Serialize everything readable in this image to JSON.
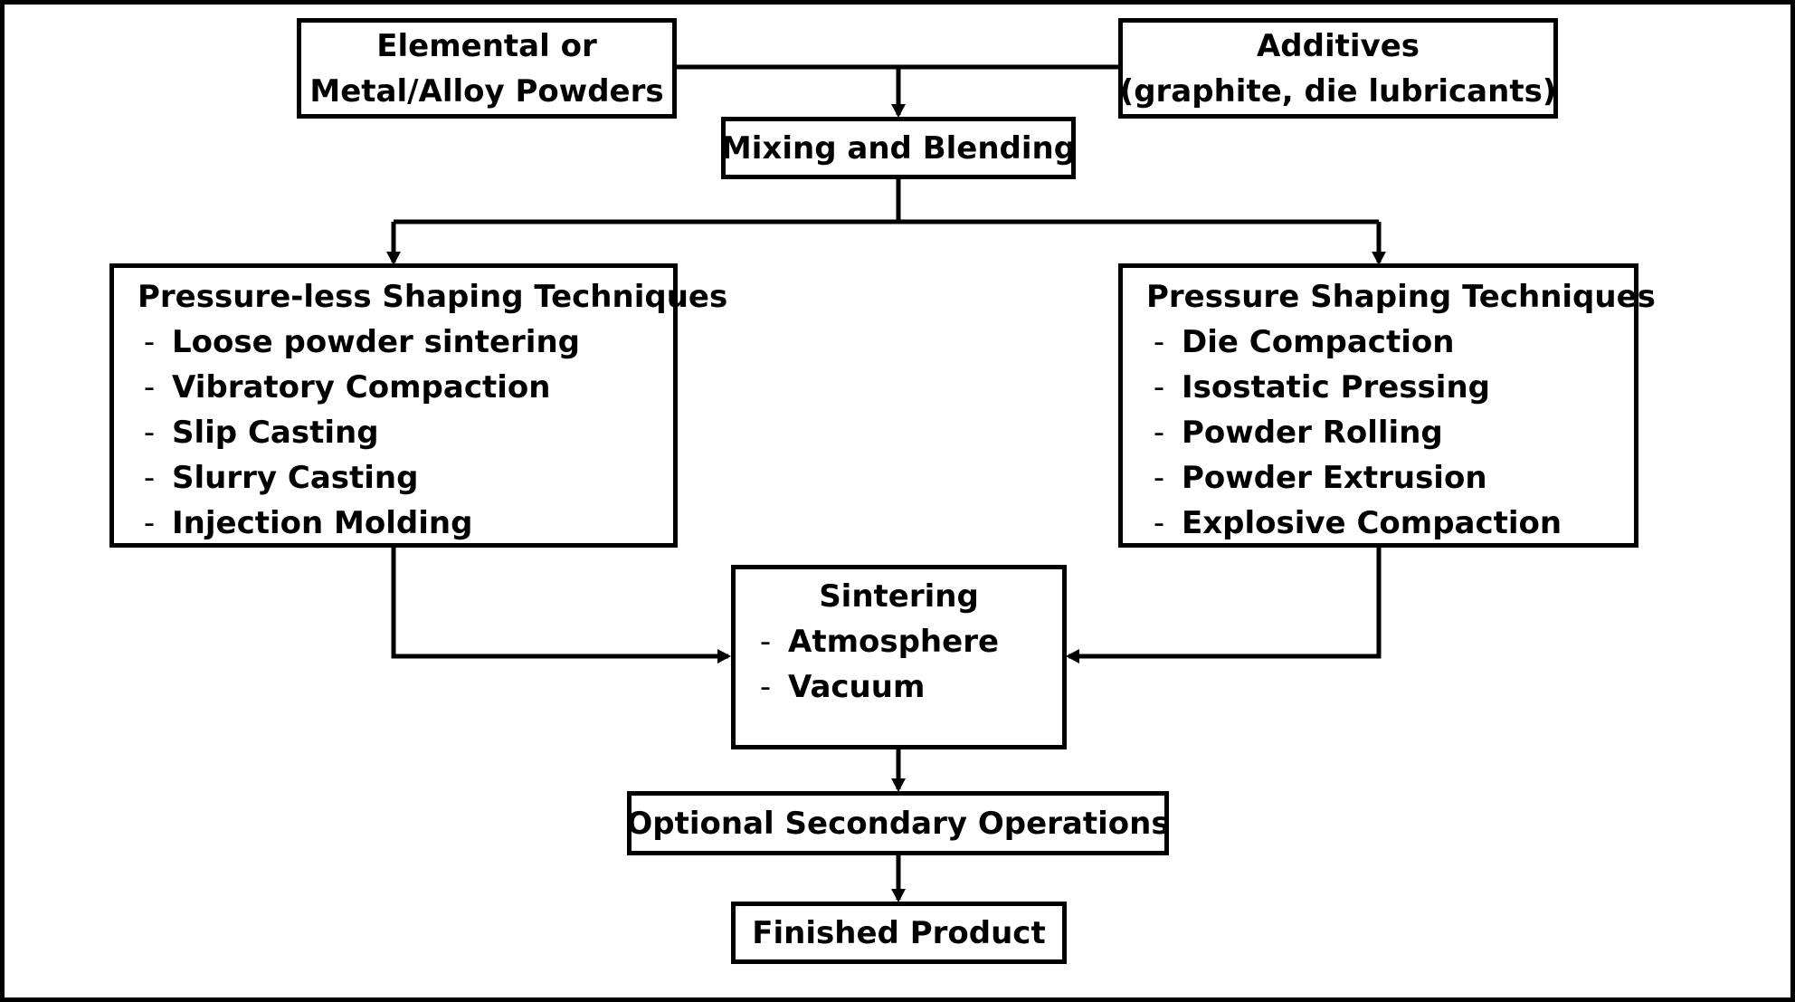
{
  "nodes": {
    "powders": {
      "lines": [
        "Elemental or",
        "Metal/Alloy Powders"
      ]
    },
    "additives": {
      "lines": [
        "Additives",
        "(graphite, die lubricants)"
      ]
    },
    "mixing": {
      "label": "Mixing and Blending"
    },
    "pressureless": {
      "title": "Pressure-less Shaping Techniques",
      "items": [
        "Loose powder sintering",
        "Vibratory Compaction",
        "Slip Casting",
        "Slurry Casting",
        "Injection Molding"
      ]
    },
    "pressure": {
      "title": "Pressure Shaping Techniques",
      "items": [
        "Die Compaction",
        "Isostatic Pressing",
        "Powder Rolling",
        "Powder Extrusion",
        "Explosive Compaction"
      ]
    },
    "sintering": {
      "title": "Sintering",
      "items": [
        "Atmosphere",
        "Vacuum"
      ]
    },
    "secondary": {
      "label": "Optional Secondary Operations"
    },
    "finished": {
      "label": "Finished Product"
    }
  },
  "bullet": "-"
}
